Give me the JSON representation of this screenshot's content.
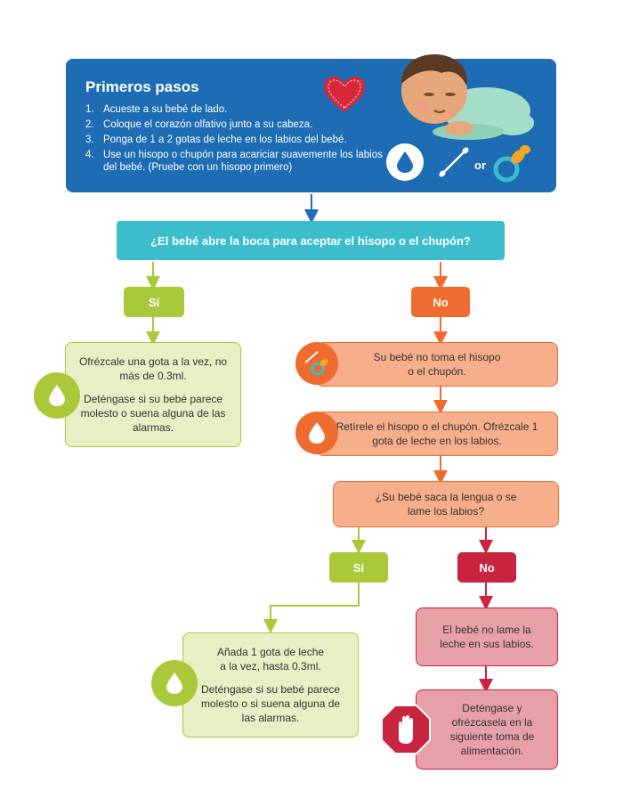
{
  "header": {
    "title": "Primeros pasos",
    "steps": [
      {
        "num": "1.",
        "text": "Acueste a su bebé de lado."
      },
      {
        "num": "2.",
        "text": "Coloque el corazón olfativo junto a su cabeza."
      },
      {
        "num": "3.",
        "text": "Ponga de 1 a 2 gotas de leche en los labios del bebé."
      },
      {
        "num": "4.",
        "text": "Use un hisopo o chupón para acariciar suavemente los labios del bebé.  (Pruebe con un hisopo primero)"
      }
    ],
    "or_label": "or"
  },
  "question1": "¿El bebé abre la boca para aceptar el hisopo o el chupón?",
  "left_branch": {
    "label": "Sí",
    "box_line1": "Ofrézcale una gota a la vez, no más de 0.3ml.",
    "box_line2": "Deténgase si su bebé parece molesto o suena alguna de las alarmas."
  },
  "right_branch": {
    "label": "No",
    "box1": "Su bebé no toma el hisopo o el chupón.",
    "box2": "Retírele el hisopo o el chupón. Ofrézcale 1 gota de leche en los labios.",
    "question2": "¿Su bebé saca la lengua o se lame los labios?",
    "yes_label": "Sí",
    "no_label": "No",
    "yes_box_line1": "Añada 1 gota de leche a la vez, hasta 0.3ml.",
    "yes_box_line2": "Deténgase si su bebé parece molesto o si suena alguna de las alarmas.",
    "no_box1": "El bebé no lame la leche en sus labios.",
    "no_box2": "Deténgase y ofrézcasela en la siguiente toma de alimentación."
  },
  "colors": {
    "header_blue": "#1d6cb4",
    "question_teal": "#3bbdcc",
    "green": "#a9c93a",
    "orange": "#ef6b2f",
    "red": "#c8233f"
  },
  "icons": [
    "heart-icon",
    "baby-illustration",
    "milk-drop-icon",
    "swab-icon",
    "pacifier-icon",
    "stop-hand-icon"
  ]
}
